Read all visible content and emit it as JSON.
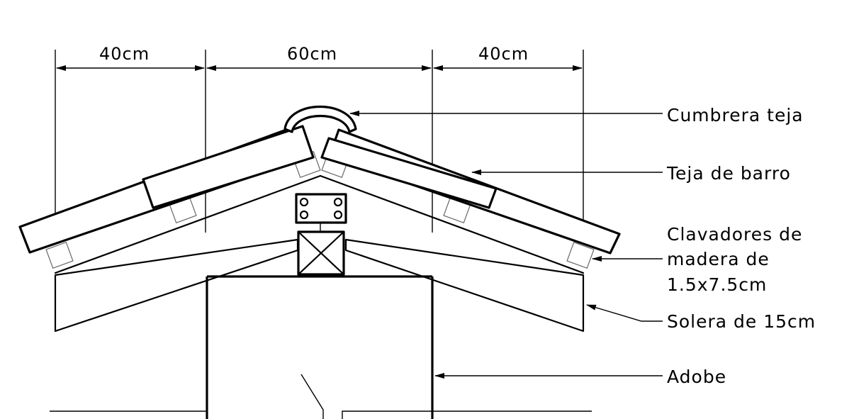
{
  "dimensions": {
    "left": "40cm",
    "center": "60cm",
    "right": "40cm"
  },
  "labels": {
    "cumbrera": "Cumbrera teja",
    "teja": "Teja de barro",
    "clavadores_line1": "Clavadores de",
    "clavadores_line2": "madera de",
    "clavadores_line3": "1.5x7.5cm",
    "solera": "Solera de 15cm",
    "adobe": "Adobe"
  }
}
